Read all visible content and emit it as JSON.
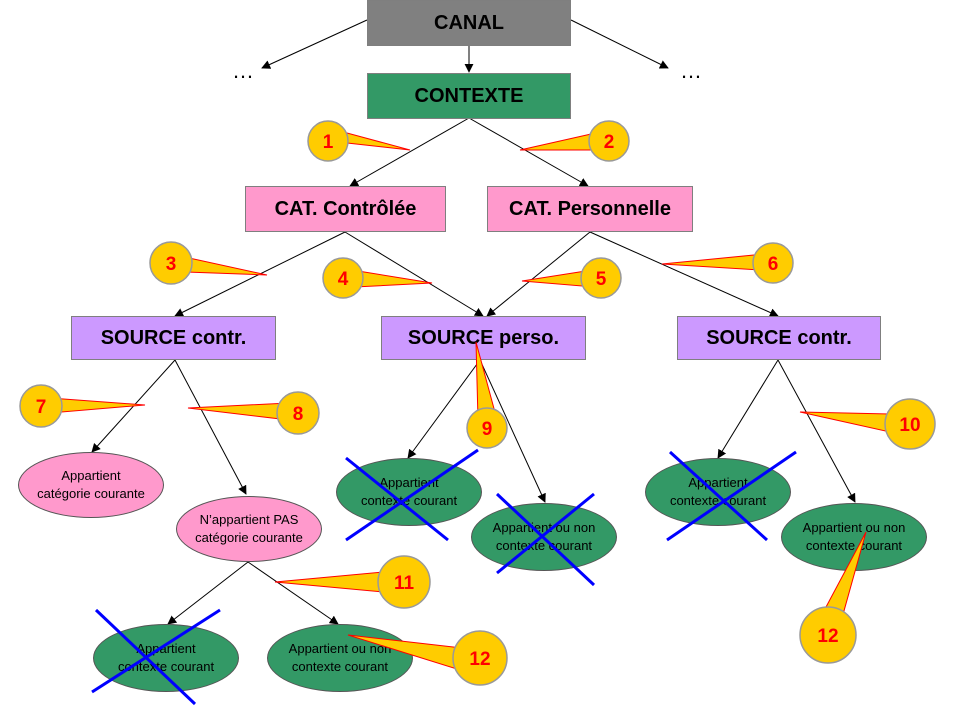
{
  "nodes": {
    "canal": "CANAL",
    "contexte": "CONTEXTE",
    "cat_controlee": "CAT. Contrôlée",
    "cat_personnelle": "CAT. Personnelle",
    "source_contr_left": "SOURCE contr.",
    "source_perso": "SOURCE perso.",
    "source_contr_right": "SOURCE contr."
  },
  "ellipses": {
    "appartient_categorie": {
      "line1": "Appartient",
      "line2": "catégorie courante"
    },
    "nappartient_pas": {
      "line1": "N’appartient PAS",
      "line2": "catégorie courante"
    },
    "perso_appartient_contexte": {
      "line1": "Appartient",
      "line2": "contexte courant"
    },
    "perso_ou_non": {
      "line1": "Appartient ou non",
      "line2": "contexte courant"
    },
    "right_appartient_contexte": {
      "line1": "Appartient",
      "line2": "contexte courant"
    },
    "right_ou_non": {
      "line1": "Appartient ou non",
      "line2": "contexte courant"
    },
    "bottom_appartient_contexte": {
      "line1": "Appartient",
      "line2": "contexte courant"
    },
    "bottom_ou_non": {
      "line1": "Appartient ou non",
      "line2": "contexte courant"
    }
  },
  "ellipsis_left": "…",
  "ellipsis_right": "…",
  "callouts": [
    "1",
    "2",
    "3",
    "4",
    "5",
    "6",
    "7",
    "8",
    "9",
    "10",
    "11",
    "12",
    "12"
  ],
  "crossed_out": [
    "perso_appartient_contexte",
    "perso_ou_non",
    "right_appartient_contexte",
    "bottom_appartient_contexte"
  ],
  "colors": {
    "canal": "#808080",
    "contexte": "#339966",
    "categorie": "#ff99cc",
    "source": "#cc99ff",
    "ellipse_pink": "#ff99cc",
    "ellipse_green": "#339966",
    "callout_fill": "#ffcc00",
    "callout_text": "#ff0000",
    "cross": "#0000ff"
  }
}
